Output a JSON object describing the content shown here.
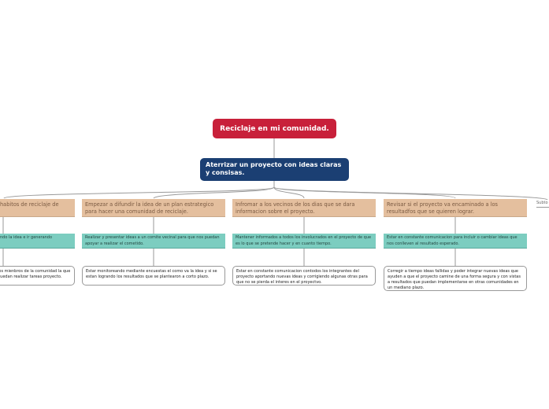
{
  "root": "Reciclaje en mi comunidad.",
  "main": "Aterrizar un proyecto con ideas claras y consisas.",
  "columns": [
    {
      "branch": "habitos de reciclaje de",
      "task": "ndo la idea e ir generando",
      "note": "los mienbros de la comunidad la que puedan realizar tareas proyecto."
    },
    {
      "branch": "Empezar a difundir la idea de un plan estrategico para hacer una comunidad de reciclaje.",
      "task": "Realizar y presentar ideas a un comite vecinal para que nos puedan apoyar a realizar el cometido.",
      "note": "Estar monitoreando mediante encuestas el como va la idea y si se estan logrando los resultados que se plantearon a corto plazo."
    },
    {
      "branch": "Infromar a los vecinos de los dias que se dara informacion sobre el proyecto.",
      "task": "Mantener informados a todos los involucrados en el proyecto de que es lo que se pretende hacer y en cuanto tiempo.",
      "note": "Estar en constante comunicacion contodos los integrantes del proyecto aportando nuevas ideas y corrigiendo algunas otras para que no se pierda el interes en el proyectvo."
    },
    {
      "branch": "Revisar si el proyecto va encaminado a los resultadfos que se quieren lograr.",
      "task": "Estar en constante comunicacion para incluir o cambiar ideas que nos conlleven al resultado esperado.",
      "note": "Corregir a tiempo ideas fallidas y poder integrar nuevas ideas que ayuden a que el proyecto camine de una forma segura y con vistas a resultados que puedan implementarse en otras comunidades en un mediano plazo."
    }
  ],
  "subtopic": "Subto",
  "colors": {
    "root": "#c8203a",
    "main": "#1b3f73",
    "branch": "#e4bf9e",
    "task": "#7ccdc0"
  }
}
